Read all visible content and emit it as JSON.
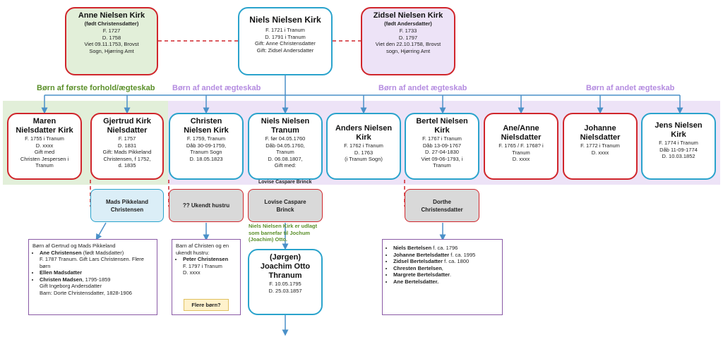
{
  "labels": {
    "first_marriage": "Børn af første forhold/ægteskab",
    "second_marriage_1": "Børn af andet ægteskab",
    "second_marriage_2": "Børn af andet ægteskab",
    "second_marriage_3": "Børn af andet ægteskab"
  },
  "parents": {
    "wife1": {
      "name": "Anne Nielsen Kirk",
      "sub": "(født Christensdatter)",
      "details": "F. 1727\nD. 1758\nViet 09.11.1753, Brovst\nSogn, Hjørring Amt"
    },
    "father": {
      "name": "Niels Nielsen Kirk",
      "details": "F. 1721  i Tranum\nD. 1791 i Tranum\nGift: Anne Christensdatter\nGift: Zidsel Andersdatter"
    },
    "wife2": {
      "name": "Zidsel Nielsen Kirk",
      "sub": "(født Andersdatter)",
      "details": "F. 1733\nD. 1797\nViet den 22.10.1758, Brovst\nsogn, Hjørring Amt"
    }
  },
  "children": [
    {
      "name": "Maren\nNielsdatter Kirk",
      "details": "F. 1755 i Tranum\nD. xxxx\nGift med\nChristen Jespersen i\nTranum"
    },
    {
      "name": "Gjertrud Kirk\nNielsdatter",
      "details": "F. 1757\nD. 1831\nGift: Mads Pikkeland\nChristensen, f 1752,\nd. 1835"
    },
    {
      "name": "Christen\nNielsen Kirk",
      "details": "F. 1759, Tranum\nDåb 30-09-1759,\nTranum Sogn\nD. 18.05.1823"
    },
    {
      "name": "Niels Nielsen\nTranum",
      "details": "F. før 04.05.1760\nDåb 04.05.1760,\nTranum\nD. 06.08.1807,\nGift med:"
    },
    {
      "name": "Anders Nielsen\nKirk",
      "details": "F. 1762 i Tranum\nD. 1763\n(i Tranum Sogn)"
    },
    {
      "name": "Bertel Nielsen\nKirk",
      "details": "F. 1767 i Tranum\nDåb 13-09-1767\nD. 27-04-1830\nViet 09-06-1793, i\nTranum"
    },
    {
      "name": "Ane/Anne\nNielsdatter",
      "details": "F. 1765  / F. 1768? i\nTranum\nD. xxxx"
    },
    {
      "name": "Johanne\nNielsdatter",
      "details": "F. 1772 i Tranum\nD. xxxx"
    },
    {
      "name": "Jens Nielsen\nKirk",
      "details": "F. 1774 i Tranum\nDåb 11-09-1774\nD. 10.03.1852"
    }
  ],
  "spouses": {
    "mads": "Mads Pikkeland\nChristensen",
    "unknown": "?? Ukendt hustru",
    "lovise_small": "Lovise Caspare Brinck",
    "lovise": "Lovise Caspare\nBrinck",
    "dorthe": "Dorthe\nChristensdatter"
  },
  "note_niels": "Niels Nielsen Kirk er udlagt\nsom barnefar til Jochum\n(Joachim) Otto.",
  "list_gertrud": {
    "heading": "Børn af Gertrud og Mads Pikkeland",
    "items": [
      {
        "b": "Ane Christensen",
        "t": " (født Madsdatter)",
        "extra": "F. 1787 Tranum. Gift Lars Christensen.  Flere\nbørn"
      },
      {
        "b": "Ellen Madsdatter",
        "t": "",
        "extra": ""
      },
      {
        "b": "Christen Madsen",
        "t": ", 1795-1859",
        "extra": "Gift Ingeborg Andersdatter\nBarn: Dorte Christensdatter,  1828-1906"
      }
    ]
  },
  "list_christen": {
    "heading": "Barn af Christen og en\nukendt hustru:",
    "items": [
      {
        "b": "Peter Christensen",
        "t": "",
        "extra": "F. 1797 i Tranum\nD. xxxx"
      }
    ],
    "more": "Flere børn?"
  },
  "joachim": {
    "name": "(Jørgen)\nJoachim Otto\nThranum",
    "details": "F. 10.05.1795\nD. 25.03.1857"
  },
  "list_bertel": {
    "items": [
      {
        "b": "Niels Bertelsen",
        "t": " f. ca. 1796"
      },
      {
        "b": "Johanne Bertelsdatter",
        "t": " f. ca. 1995"
      },
      {
        "b": "Zidsel Bertelsdatter",
        "t": " f. ca. 1800"
      },
      {
        "b": "Chresten Bertelsen",
        "t": ","
      },
      {
        "b": "Margrete Bertelsdatter",
        "t": "."
      },
      {
        "b": "Ane Bertelsdatter.",
        "t": ""
      }
    ]
  },
  "colors": {
    "red": "#d0252b",
    "blue": "#2aa3cc",
    "green_band": "#e2efd9",
    "purple_band": "#ede3f7"
  }
}
